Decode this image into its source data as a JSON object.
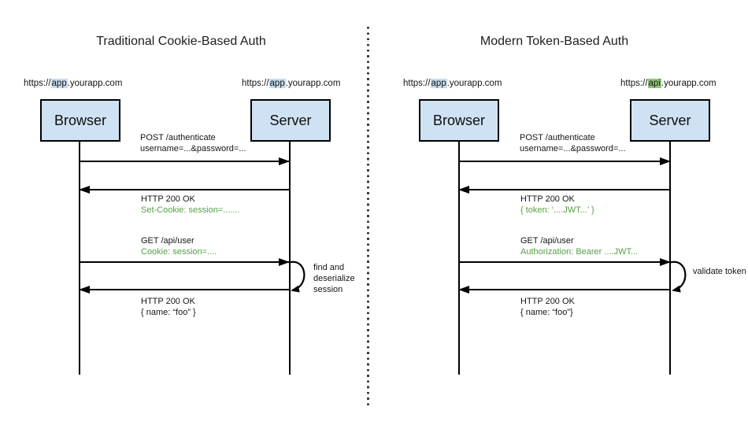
{
  "colors": {
    "box_fill": "#cfe2f3",
    "hl_blue": "#c7dcf0",
    "hl_green": "#93c47d",
    "green": "#589f47"
  },
  "panels": [
    {
      "title": "Traditional Cookie-Based Auth",
      "actors": {
        "client": {
          "label": "Browser",
          "url": {
            "prefix": "https://",
            "highlight": "app",
            "rest": ".yourapp.com"
          }
        },
        "server": {
          "label": "Server",
          "url": {
            "prefix": "https://",
            "highlight": "app",
            "rest": ".yourapp.com"
          }
        }
      },
      "messages": [
        {
          "line1": "POST /authenticate",
          "line2": "username=...&password=..."
        },
        {
          "line1": "HTTP 200 OK",
          "line2": "Set-Cookie: session=......."
        },
        {
          "line1": "GET /api/user",
          "line2": "Cookie: session=...."
        },
        {
          "line1": "HTTP 200 OK",
          "line2": "{ name: “foo” }"
        }
      ],
      "note": "find and deserialize session"
    },
    {
      "title": "Modern Token-Based Auth",
      "actors": {
        "client": {
          "label": "Browser",
          "url": {
            "prefix": "https://",
            "highlight": "app",
            "rest": ".yourapp.com"
          }
        },
        "server": {
          "label": "Server",
          "url": {
            "prefix": "https://",
            "highlight": "api",
            "rest": ".yourapp.com"
          }
        }
      },
      "messages": [
        {
          "line1": "POST /authenticate",
          "line2": "username=...&password=..."
        },
        {
          "line1": "HTTP 200 OK",
          "line2": "{ token: ‘....JWT...’ }"
        },
        {
          "line1": "GET /api/user",
          "line2": "Authorization: Bearer ....JWT..."
        },
        {
          "line1": "HTTP 200 OK",
          "line2": "{ name: “foo”}"
        }
      ],
      "note": "validate token"
    }
  ]
}
